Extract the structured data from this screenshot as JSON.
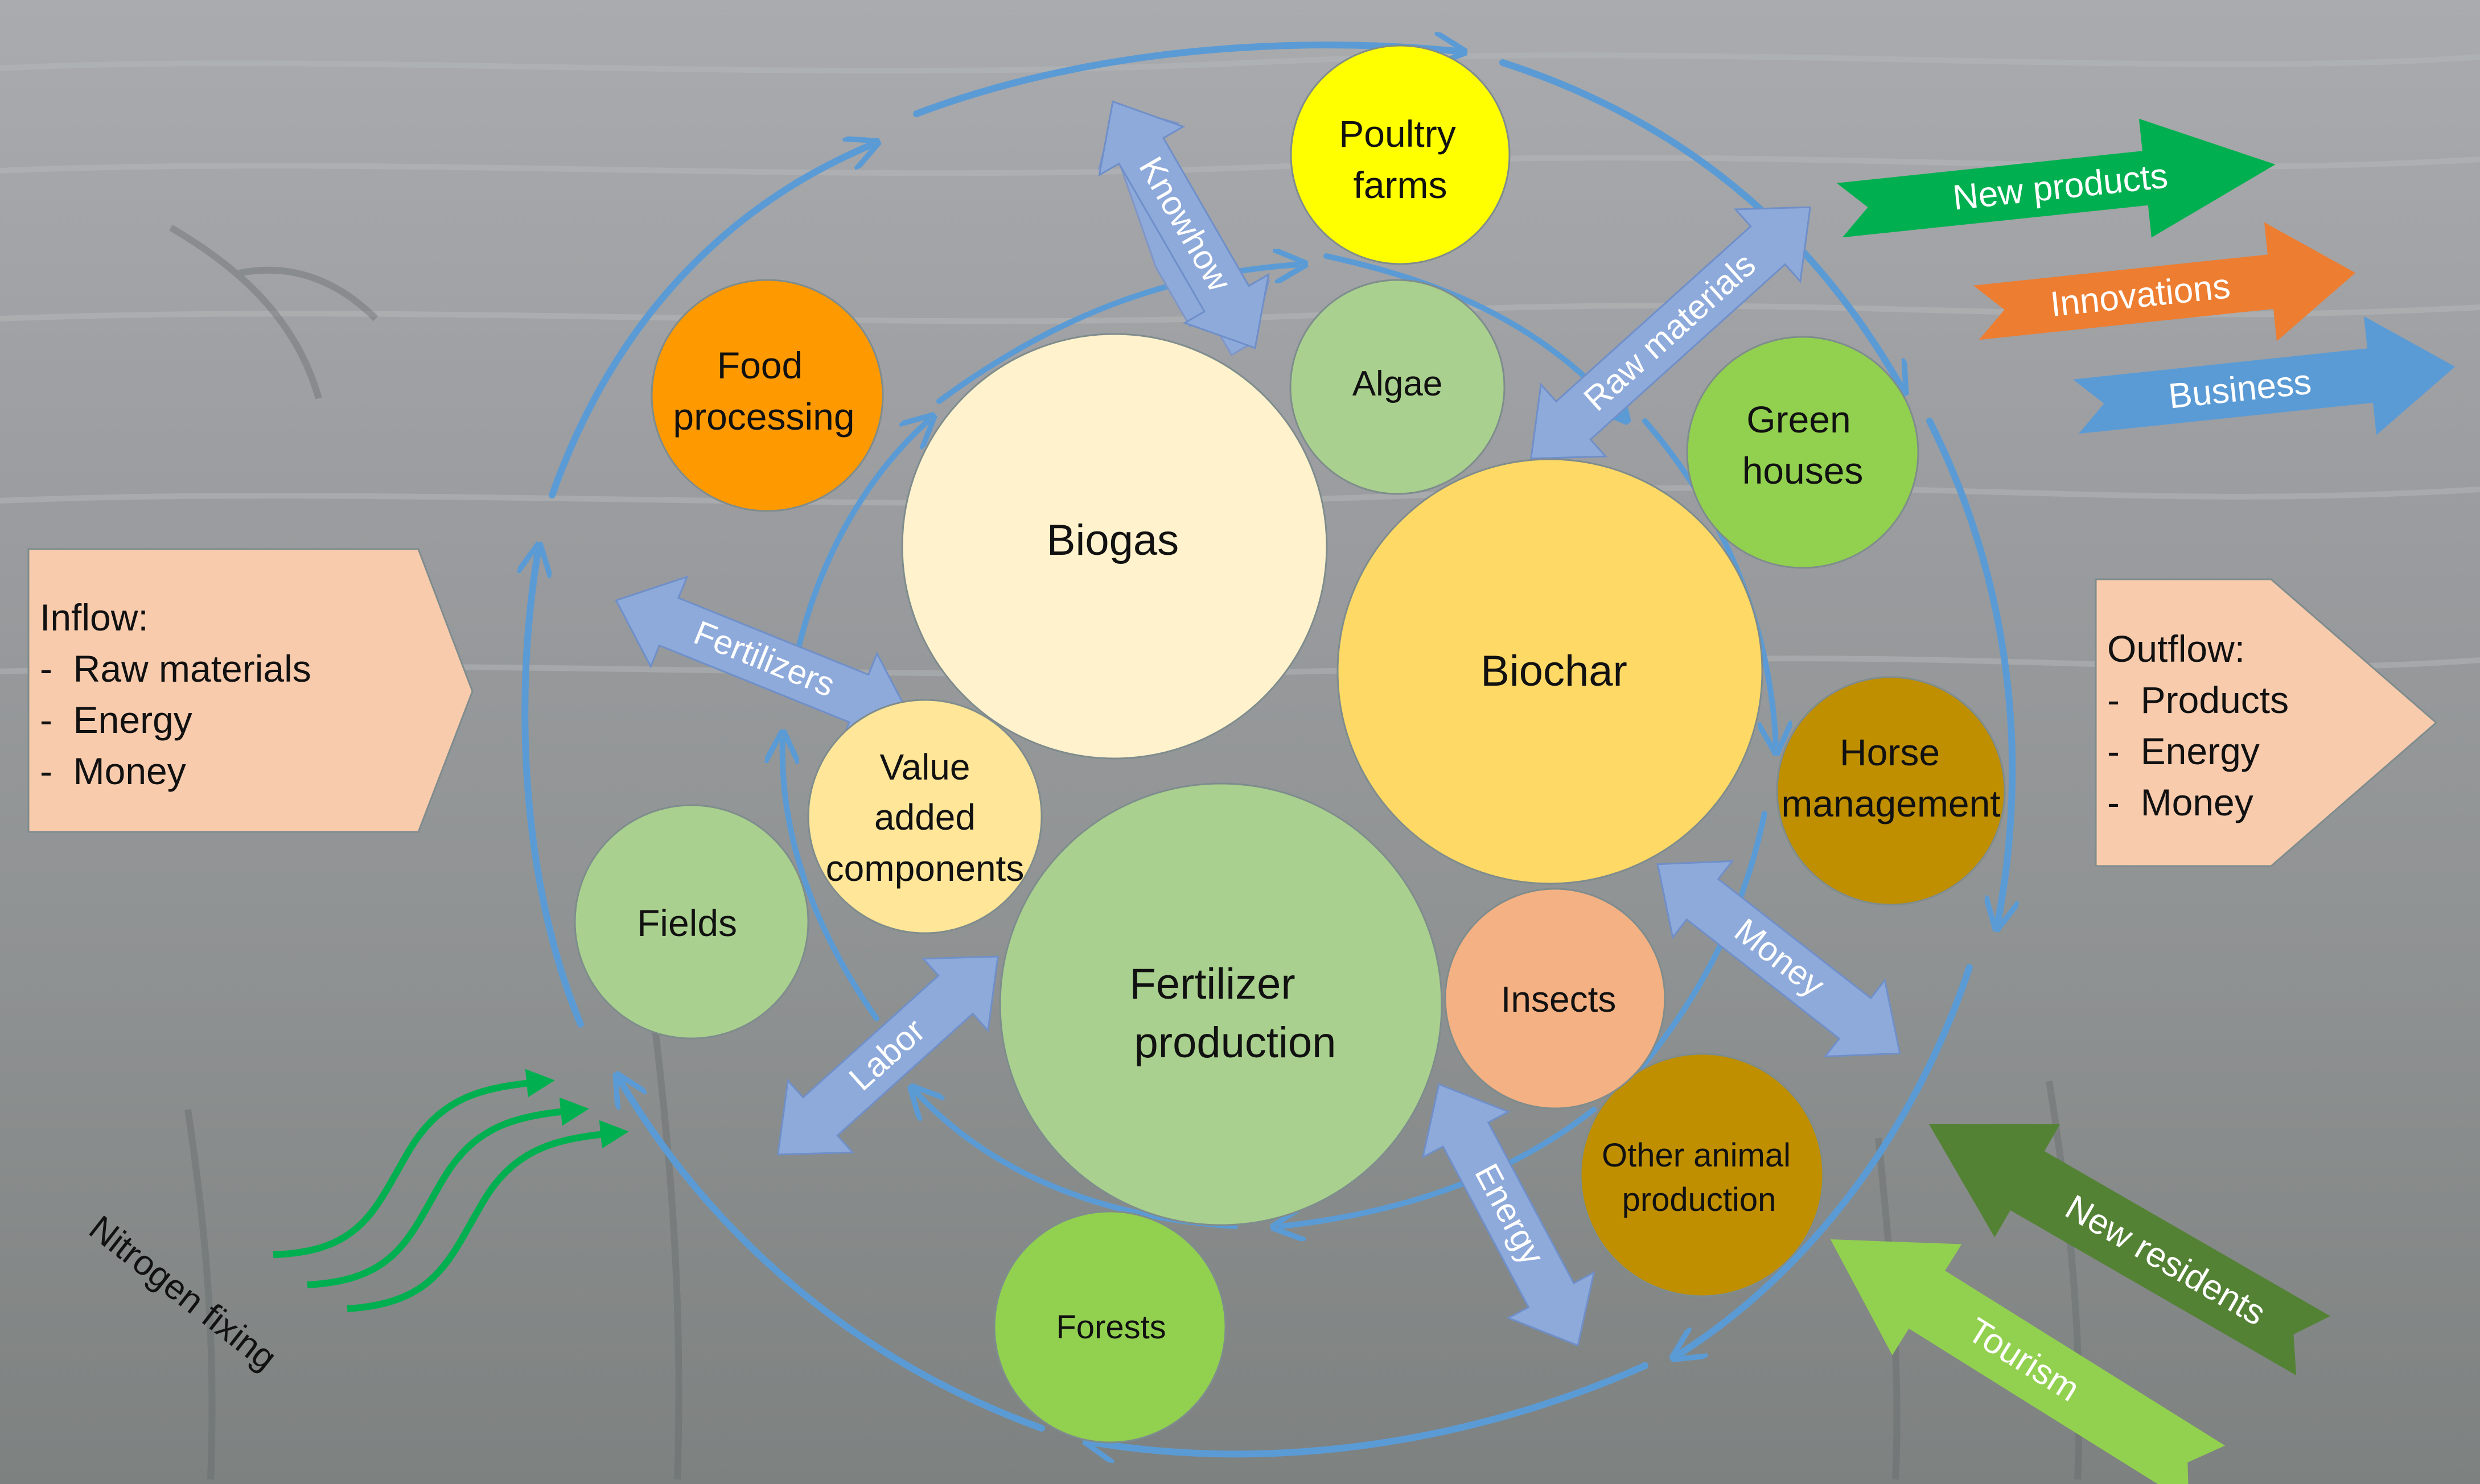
{
  "center_nodes": {
    "biogas": "Biogas",
    "biochar": "Biochar",
    "fertilizer_production": [
      "Fertilizer",
      "production"
    ],
    "value_added_components": [
      "Value",
      "added",
      "components"
    ],
    "algae": "Algae",
    "insects": "Insects"
  },
  "outer_nodes": {
    "poultry_farms": [
      "Poultry",
      "farms"
    ],
    "food_processing": [
      "Food",
      "processing"
    ],
    "green_houses": [
      "Green",
      "houses"
    ],
    "horse_management": [
      "Horse",
      "management"
    ],
    "fields": "Fields",
    "forests": "Forests",
    "other_animal_production": [
      "Other animal",
      "production"
    ]
  },
  "exchange_arrows": {
    "knowhow": "Knowhow",
    "raw_materials": "Raw materials",
    "fertilizers": "Fertilizers",
    "labor": "Labor",
    "money": "Money",
    "energy": "Energy"
  },
  "inflow": {
    "title": "Inflow:",
    "items": [
      "Raw materials",
      "Energy",
      "Money"
    ]
  },
  "outflow": {
    "title": "Outflow:",
    "items": [
      "Products",
      "Energy",
      "Money"
    ]
  },
  "outgoing_arrows": {
    "new_products": "New products",
    "innovations": "Innovations",
    "business": "Business"
  },
  "incoming_arrows": {
    "new_residents": "New residents",
    "tourism": "Tourism"
  },
  "nitrogen_fixing": "Nitrogen fixing",
  "colors": {
    "cycle_blue": "#5b9bd5",
    "exchange_arrow_fill": "#8eaadb",
    "flow_box_fill": "#f8cbad",
    "dark_green": "#548235",
    "bright_green": "#00b050",
    "light_green": "#92d050",
    "orange": "#ed7d31",
    "blue": "#5b9bd5",
    "yellow": "#ffff00",
    "food_orange": "#ff9900",
    "light_yellow": "#fff2cc",
    "gold": "#ffd966",
    "pale_gold": "#ffe699",
    "pale_green": "#a9d08e",
    "brown": "#bf8f00",
    "peach": "#f4b183"
  }
}
